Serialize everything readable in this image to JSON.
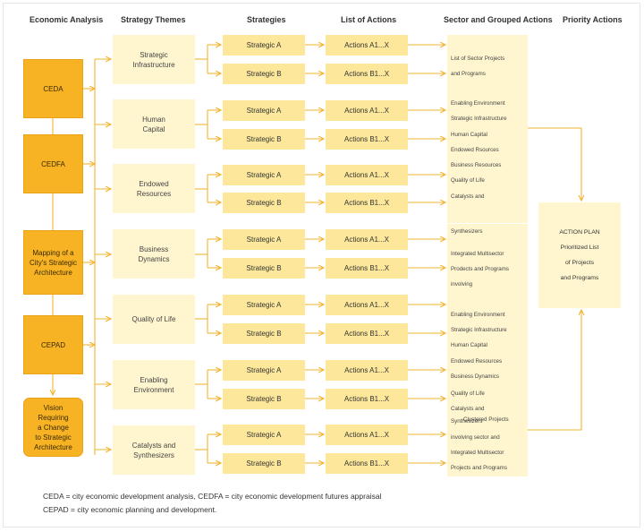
{
  "headers": {
    "economic_analysis": "Economic Analysis",
    "strategy_themes": "Strategy Themes",
    "strategies": "Strategies",
    "list_of_actions": "List of Actions",
    "sector_grouped": "Sector and Grouped Actions",
    "priority_actions": "Priority Actions"
  },
  "econ": {
    "ceda": "CEDA",
    "cedfa": "CEDFA",
    "mapping": "Mapping of a\nCity's Strategic\nArchitecture",
    "cepad": "CEPAD",
    "vision": "Vision\nRequiring\na Change\nto Strategic\nArchitecture"
  },
  "themes": [
    "Strategic\nInfrastructure",
    "Human\nCapital",
    "Endowed\nResources",
    "Business\nDynamics",
    "Quality of Life",
    "Enabling\nEnvironment",
    "Catalysts and\nSynthesizers"
  ],
  "strategy_labels": {
    "a": "Strategic A",
    "b": "Strategic B"
  },
  "action_labels": {
    "a": "Actions A1...X",
    "b": "Actions B1...X"
  },
  "sectors": {
    "s1": [
      "List of Sector Projects",
      "and Programs"
    ],
    "s2": [
      "Enabling Environment",
      "Strategic Infrastructure",
      "Human Capital",
      "Endowed Rsources",
      "Business Resources",
      "Quality of Life",
      "Catalysts and",
      "Synthesizers"
    ],
    "s3": [
      "Integrated Multisector",
      "Prodects and Programs",
      "involving"
    ],
    "s4": [
      "Enabling Environment",
      "Strategic Infrastructure",
      "Human Capital",
      "Endowed Resources",
      "Business Dynamics",
      "Quality of Life",
      "Catalysts and",
      "Synthesizers"
    ],
    "s5": [
      "Clustered Projects",
      "involving sector and",
      "Integrated Multisector",
      "Projects and Programs"
    ]
  },
  "action_plan": [
    "ACTION PLAN",
    "Prioritized List",
    "of Projects",
    "and Programs"
  ],
  "notes": {
    "line1": "CEDA = city economic development analysis, CEDFA = city economic development futures appraisal",
    "line2": "CEPAD = city economic planning and development."
  },
  "colors": {
    "econ_fill": "#f7b324",
    "theme_fill": "#fff6cf",
    "strategy_fill": "#fde79a",
    "connector": "#f2b530"
  }
}
